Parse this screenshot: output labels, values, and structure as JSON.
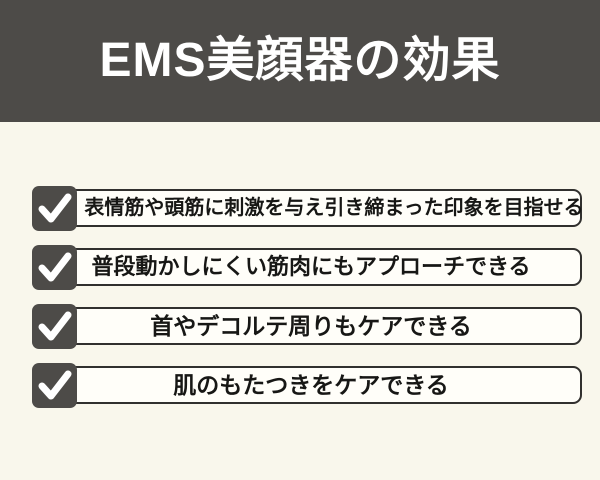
{
  "header": {
    "title": "EMS美顔器の効果"
  },
  "checklist": {
    "items": [
      {
        "label": "表情筋や頭筋に刺激を与え引き締まった印象を目指せる",
        "checked": true
      },
      {
        "label": "普段動かしにくい筋肉にもアプローチできる",
        "checked": true
      },
      {
        "label": "首やデコルテ周りもケアできる",
        "checked": true
      },
      {
        "label": "肌のもたつきをケアできる",
        "checked": true
      }
    ],
    "check_icon": "checkmark"
  },
  "colors": {
    "background": "#f9f7ec",
    "header_bg": "#4d4b48",
    "checkbox_bg": "#4d4b48",
    "box_fill": "#fffef9",
    "box_border": "#31302e",
    "title_text": "#ffffff",
    "item_text": "#171715"
  }
}
